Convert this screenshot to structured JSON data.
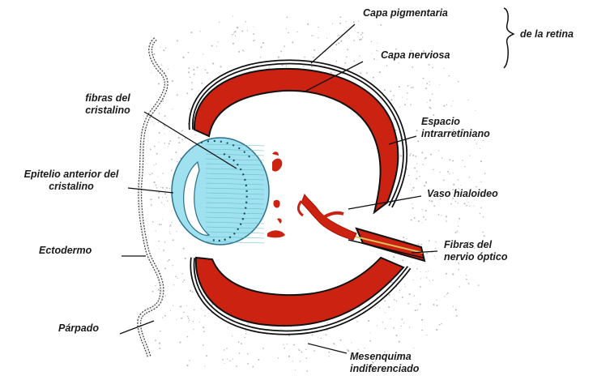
{
  "labels": {
    "capa_pigmentaria": "Capa pigmentaria",
    "capa_nerviosa": "Capa nerviosa",
    "de_la_retina": "de la retina",
    "fibras_cristalino_1": "fibras del",
    "fibras_cristalino_2": "cristalino",
    "espacio_1": "Espacio",
    "espacio_2": "intrarretiniano",
    "epitelio_1": "Epitelio anterior del",
    "epitelio_2": "cristalino",
    "vaso_hialoideo": "Vaso hialoideo",
    "ectodermo": "Ectodermo",
    "fibras_nervio_1": "Fibras del",
    "fibras_nervio_2": "nervio óptico",
    "parpado": "Párpado",
    "mesenquima_1": "Mesenquima",
    "mesenquima_2": "indiferenciado"
  },
  "colors": {
    "retina_red": "#cc2211",
    "lens_blue": "#9fe1ee",
    "outline": "#111111",
    "pigment_yellow": "#d9c45a"
  }
}
